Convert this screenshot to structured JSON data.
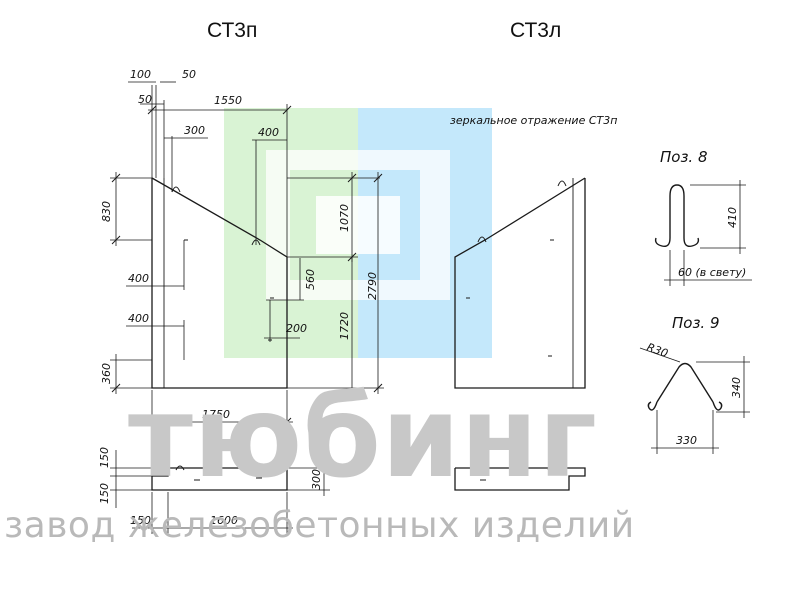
{
  "titles": {
    "left": "СТ3п",
    "right": "СТ3л"
  },
  "note": "зеркальное отражение СТ3п",
  "dims": {
    "d100": "100",
    "d50a": "50",
    "d50b": "50",
    "d1550": "1550",
    "d300": "300",
    "d400top": "400",
    "d830": "830",
    "d1070": "1070",
    "d400a": "400",
    "d560": "560",
    "d2790": "2790",
    "d400b": "400",
    "d200": "200",
    "d1720": "1720",
    "d360": "360",
    "d1750": "1750",
    "d150a": "150",
    "d150b": "150",
    "d300side": "300",
    "d150c": "150",
    "d1600": "1600"
  },
  "pos8": {
    "label": "Поз. 8",
    "height": "410",
    "width": "60 (в свету)"
  },
  "pos9": {
    "label": "Поз. 9",
    "radius": "R30",
    "height": "340",
    "width": "330"
  },
  "watermark": {
    "brand": "тюбинг",
    "tagline": "завод железобетонных изделий"
  },
  "colors": {
    "logo_green": "#d9f3d4",
    "logo_blue": "#c4e8fb",
    "line": "#1a1a1a",
    "watermark": "#b9b9b9"
  }
}
